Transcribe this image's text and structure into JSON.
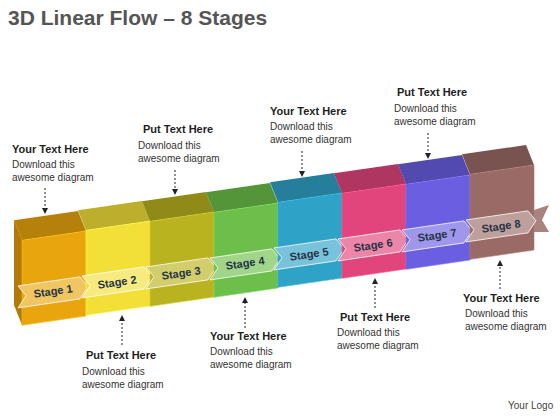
{
  "diagram": {
    "title": "3D Linear Flow – 8 Stages",
    "nodes": [
      {
        "text": [
          "Stage 1"
        ]
      },
      {
        "text": [
          "Stage 2"
        ]
      },
      {
        "text": [
          "Stage 3"
        ]
      },
      {
        "text": [
          "Stage 4"
        ]
      },
      {
        "text": [
          "Stage 5"
        ]
      },
      {
        "text": [
          "Stage 6"
        ]
      },
      {
        "text": [
          "Stage 7"
        ]
      },
      {
        "text": [
          "Stage 8"
        ]
      }
    ],
    "labels": [
      "Your Text Here",
      "Download this awesome diagram",
      "Put Text Here",
      "Download this awesome diagram",
      "Your Text Here",
      "Download this awesome diagram",
      "Put Text Here",
      "Download this awesome diagram",
      "Put Text Here",
      "Download this awesome diagram",
      "Your Text Here",
      "Download this awesome diagram",
      "Put Text Here",
      "Download this awesome diagram",
      "Your Text Here",
      "Download this awesome diagram",
      "Your Logo"
    ]
  }
}
